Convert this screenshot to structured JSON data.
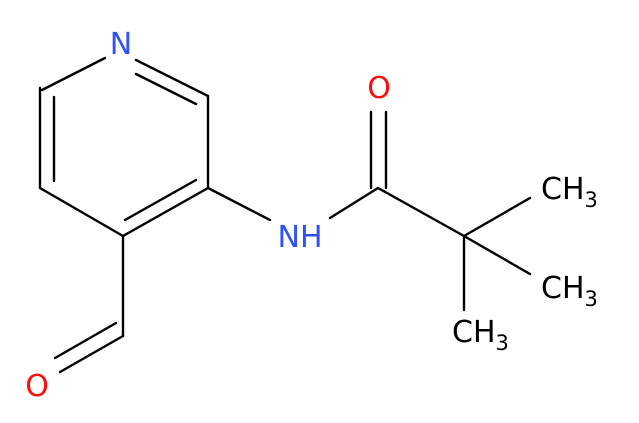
{
  "colors": {
    "bond": "#000000",
    "nitrogen": "#3050F8",
    "oxygen": "#FF0D0D",
    "carbon": "#000000"
  },
  "atoms": {
    "ring_n": "N",
    "aldehyde_o": "O",
    "amide_nh": "NH",
    "amide_o": "O",
    "methyl_1": {
      "main": "CH",
      "sub": "3"
    },
    "methyl_2": {
      "main": "CH",
      "sub": "3"
    },
    "methyl_3": {
      "main": "CH",
      "sub": "3"
    }
  }
}
